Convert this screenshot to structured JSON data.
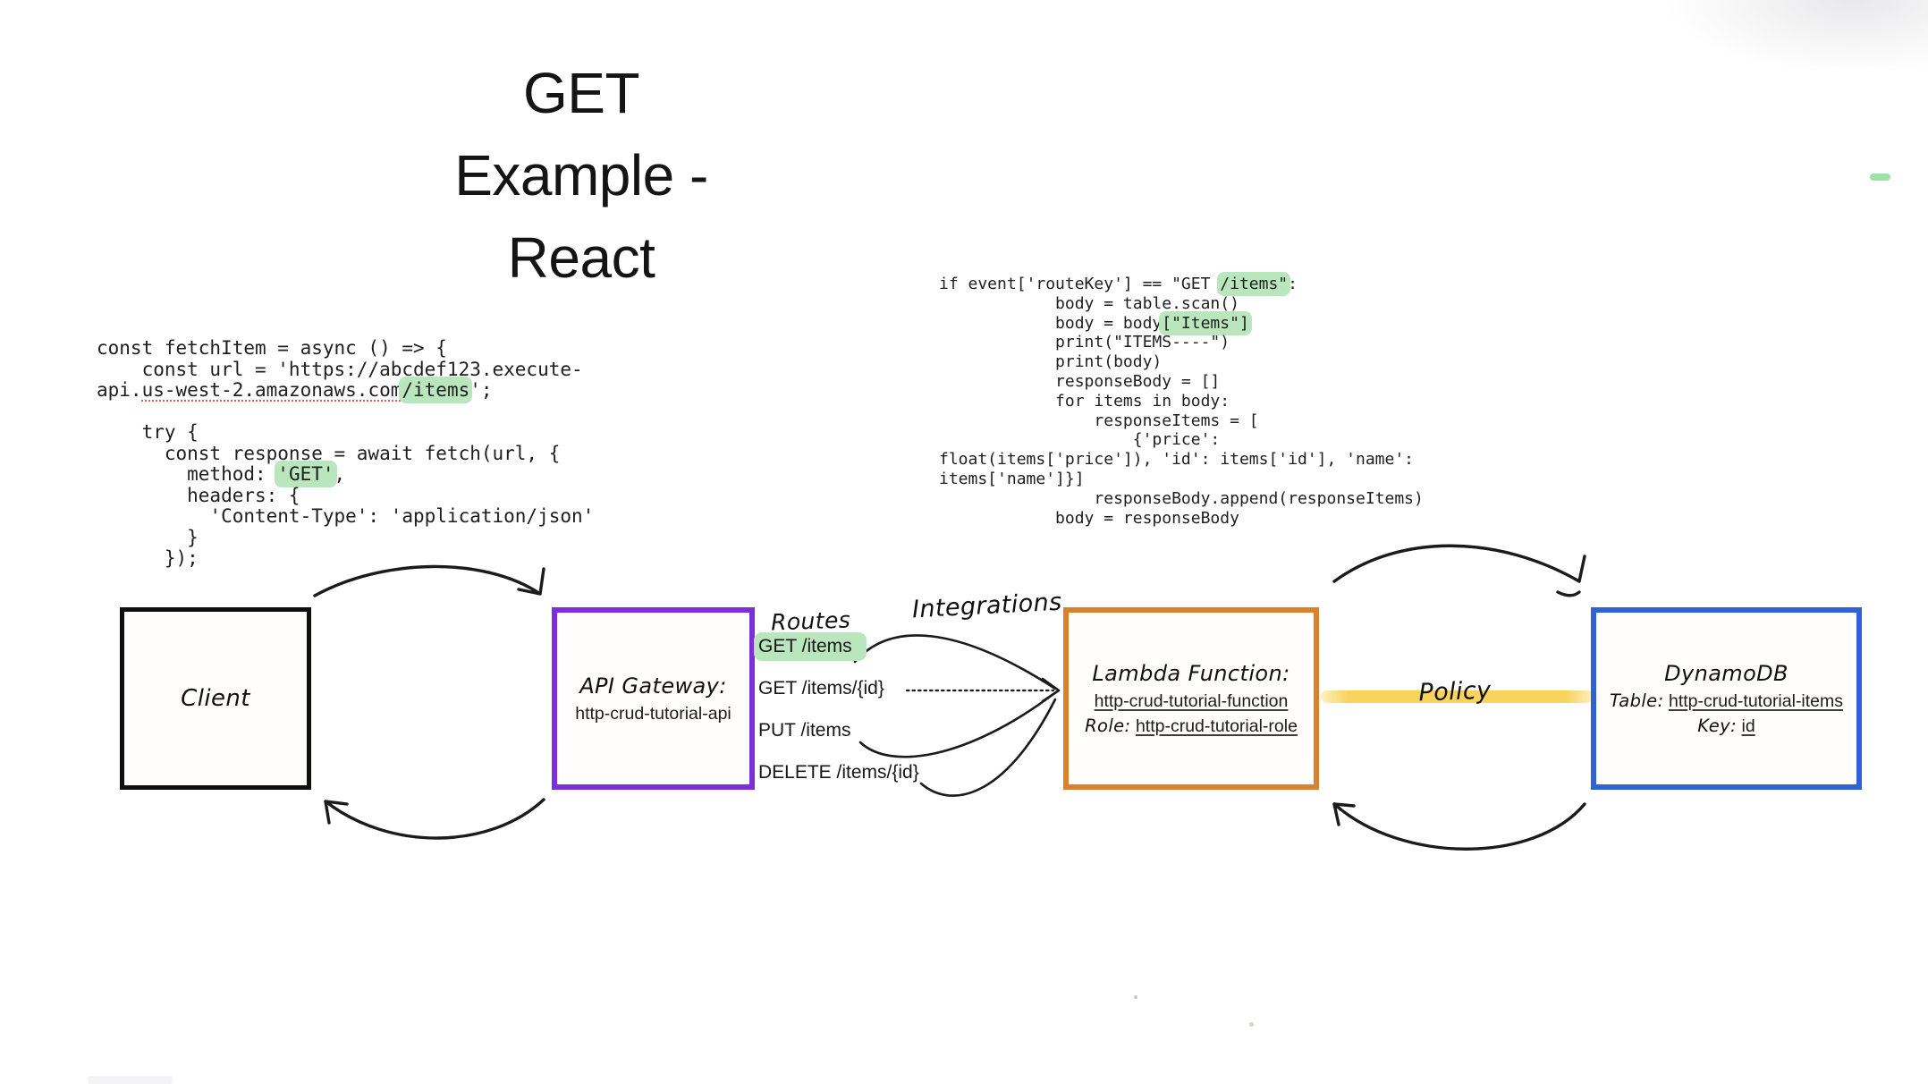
{
  "title": {
    "line1": "GET",
    "line2": "Example -",
    "line3": "React"
  },
  "code_js": {
    "lines": [
      [
        {
          "t": "const fetchItem = async () => {"
        }
      ],
      [
        {
          "t": "    const url = 'https://abcdef123.execute-"
        }
      ],
      [
        {
          "t": "api."
        },
        {
          "t": "us-west-2.amazonaws.com",
          "h": "r"
        },
        {
          "t": "/items",
          "h": "g"
        },
        {
          "t": "';"
        }
      ],
      [
        {
          "t": ""
        }
      ],
      [
        {
          "t": "    try {"
        }
      ],
      [
        {
          "t": "      const response = await fetch(url, {"
        }
      ],
      [
        {
          "t": "        method: "
        },
        {
          "t": "'GET'",
          "h": "g"
        },
        {
          "t": ","
        }
      ],
      [
        {
          "t": "        headers: {"
        }
      ],
      [
        {
          "t": "          'Content-Type': 'application/json'"
        }
      ],
      [
        {
          "t": "        }"
        }
      ],
      [
        {
          "t": "      });"
        }
      ]
    ]
  },
  "code_py": {
    "lines": [
      [
        {
          "t": "if event['routeKey'] == \"GET "
        },
        {
          "t": "/items\"",
          "h": "g"
        },
        {
          "t": ":"
        }
      ],
      [
        {
          "t": "            body = table.scan()"
        }
      ],
      [
        {
          "t": "            body = body"
        },
        {
          "t": "[\"Items\"]",
          "h": "g"
        }
      ],
      [
        {
          "t": "            print(\"ITEMS----\")"
        }
      ],
      [
        {
          "t": "            print(body)"
        }
      ],
      [
        {
          "t": "            responseBody = []"
        }
      ],
      [
        {
          "t": "            for items in body:"
        }
      ],
      [
        {
          "t": "                responseItems = ["
        }
      ],
      [
        {
          "t": "                    {'price':"
        }
      ],
      [
        {
          "t": "float(items['price']), 'id': items['id'], 'name':"
        }
      ],
      [
        {
          "t": "items['name']}]"
        }
      ],
      [
        {
          "t": "                responseBody.append(responseItems)"
        }
      ],
      [
        {
          "t": "            body = responseBody"
        }
      ]
    ]
  },
  "routes": {
    "label": "Routes",
    "items": [
      {
        "text": "GET /items",
        "highlight": true
      },
      {
        "text": "GET /items/{id}",
        "highlight": false
      },
      {
        "text": "PUT /items",
        "highlight": false
      },
      {
        "text": "DELETE /items/{id}",
        "highlight": false
      }
    ]
  },
  "labels": {
    "integrations": "Integrations",
    "policy": "Policy"
  },
  "boxes": {
    "client": {
      "title": "Client"
    },
    "api_gateway": {
      "title": "API Gateway:",
      "name": "http-crud-tutorial-api"
    },
    "lambda": {
      "title": "Lambda Function:",
      "name": "http-crud-tutorial-function",
      "role_label": "Role:",
      "role_value": "http-crud-tutorial-role"
    },
    "dynamodb": {
      "title": "DynamoDB",
      "table_label": "Table:",
      "table_value": "http-crud-tutorial-items",
      "key_label": "Key:",
      "key_value": "id"
    }
  },
  "colors": {
    "client_border": "#0f0f0f",
    "api_gateway_border": "#7c2fda",
    "lambda_border": "#d9822a",
    "dynamodb_border": "#2f62d8",
    "policy_line": "#f8d45c",
    "highlight_green": "#b9e6bd",
    "spellcheck_red": "#e05d4b",
    "arrow": "#1b1b1b",
    "green_dash": "#9ae2a5"
  }
}
